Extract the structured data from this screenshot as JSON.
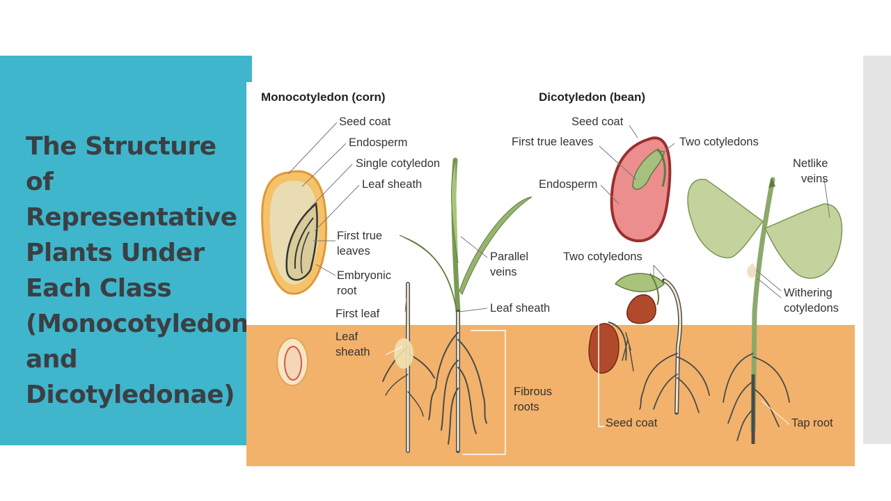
{
  "slide": {
    "title": "The Structure of Representative Plants Under Each Class (Monocotyledonae and Dicotyledonae)"
  },
  "colors": {
    "title_panel": "#3fb6cc",
    "title_text": "#3b3f44",
    "soil": "#f2b26b",
    "side_strip": "#e5e5e5"
  },
  "diagram": {
    "monocot": {
      "heading": "Monocotyledon (corn)",
      "labels": {
        "seed_coat": "Seed coat",
        "endosperm": "Endosperm",
        "single_cotyledon": "Single cotyledon",
        "leaf_sheath_top": "Leaf sheath",
        "first_true_leaves_1": "First true",
        "first_true_leaves_2": "leaves",
        "embryonic_root_1": "Embryonic",
        "embryonic_root_2": "root",
        "first_leaf": "First leaf",
        "leaf_sheath_low_1": "Leaf",
        "leaf_sheath_low_2": "sheath",
        "parallel_veins_1": "Parallel",
        "parallel_veins_2": "veins",
        "leaf_sheath_right": "Leaf sheath",
        "fibrous_roots_1": "Fibrous",
        "fibrous_roots_2": "roots"
      }
    },
    "dicot": {
      "heading": "Dicotyledon (bean)",
      "labels": {
        "seed_coat_top": "Seed coat",
        "first_true_leaves": "First true leaves",
        "two_cotyledons_top": "Two cotyledons",
        "endosperm": "Endosperm",
        "netlike_veins_1": "Netlike",
        "netlike_veins_2": "veins",
        "two_cotyledons_mid": "Two cotyledons",
        "withering_cotyledons_1": "Withering",
        "withering_cotyledons_2": "cotyledons",
        "seed_coat_low": "Seed coat",
        "tap_root": "Tap root"
      }
    }
  }
}
